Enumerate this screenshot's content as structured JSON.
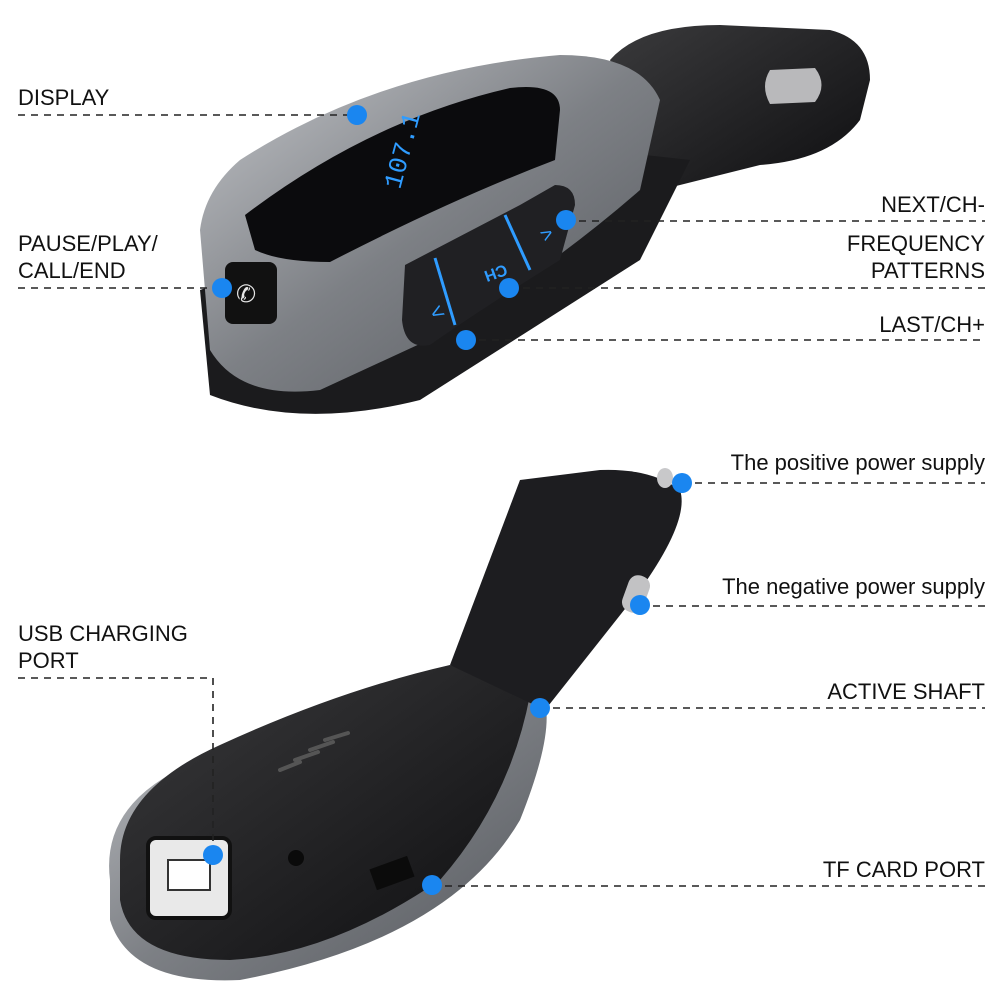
{
  "colors": {
    "dot": "#1a86f0",
    "line": "#222222",
    "body_dark": "#1c1c1e",
    "body_silver": "#8a8c90",
    "led": "#2f9cff"
  },
  "top_device": {
    "screen_text": "107.1",
    "buttons": {
      "prev_icon": "chevron-left",
      "channel": "CH",
      "next_icon": "chevron-right",
      "call_icon": "phone-icon"
    },
    "labels": {
      "display": "DISPLAY",
      "pause_play_1": "PAUSE/PLAY/",
      "pause_play_2": "CALL/END",
      "next": "NEXT/CH-",
      "frequency_1": "FREQUENCY",
      "frequency_2": "PATTERNS",
      "last": "LAST/CH+"
    }
  },
  "bottom_device": {
    "labels": {
      "positive": "The positive power supply",
      "negative": "The negative power supply",
      "usb_1": "USB CHARGING",
      "usb_2": "PORT",
      "shaft": "ACTIVE SHAFT",
      "tf": "TF CARD PORT"
    }
  }
}
